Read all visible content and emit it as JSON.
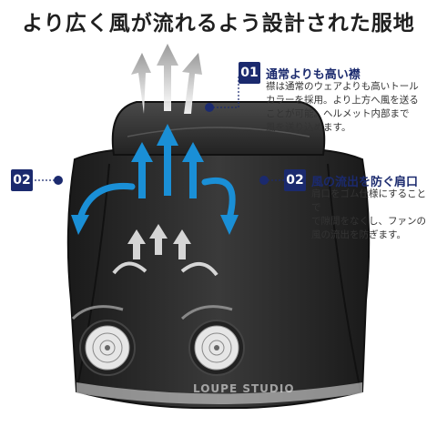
{
  "title": "より広く風が流れるよう設計された服地",
  "features": [
    {
      "num": "01",
      "heading": "通常よりも高い襟",
      "lines": [
        "襟は通常のウェアよりも高いトール",
        "カラーを採用。より上方へ風を送る",
        "ことが可能。ヘルメット内部まで",
        "風を送り込めます。"
      ]
    },
    {
      "num": "02",
      "heading": "風の流出を防ぐ肩口",
      "lines": [
        "肩口をゴム仕様にすることで",
        "で隙間をなくし、ファンの",
        "風の流出を防ぎます。"
      ]
    }
  ],
  "left_badge": "02",
  "watermark": "LOUPE STUDIO",
  "colors": {
    "badge": "#1b2a6e",
    "arrow_blue": "#1a8fd6",
    "vest": "#2b2b2b"
  }
}
